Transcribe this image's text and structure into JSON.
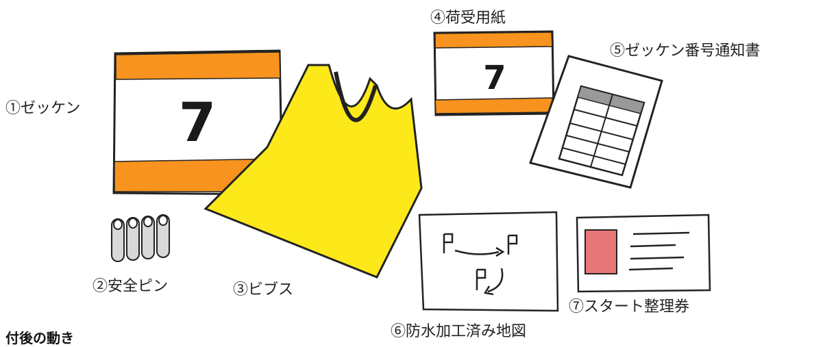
{
  "items": {
    "bib": {
      "label": "①ゼッケン",
      "number": "7",
      "accent_color": "#f7931e"
    },
    "pins": {
      "label": "②安全ピン"
    },
    "bibs_vest": {
      "label": "③ビブス",
      "color": "#fde91a"
    },
    "baggage_form": {
      "label": "④荷受用紙",
      "number": "7",
      "accent_color": "#f7931e"
    },
    "notice": {
      "label": "⑤ゼッケン番号通知書"
    },
    "map": {
      "label": "⑥防水加工済み地図"
    },
    "ticket": {
      "label": "⑦スタート整理券",
      "accent_color": "#e8777a"
    }
  },
  "footer": {
    "heading": "付後の動き"
  }
}
